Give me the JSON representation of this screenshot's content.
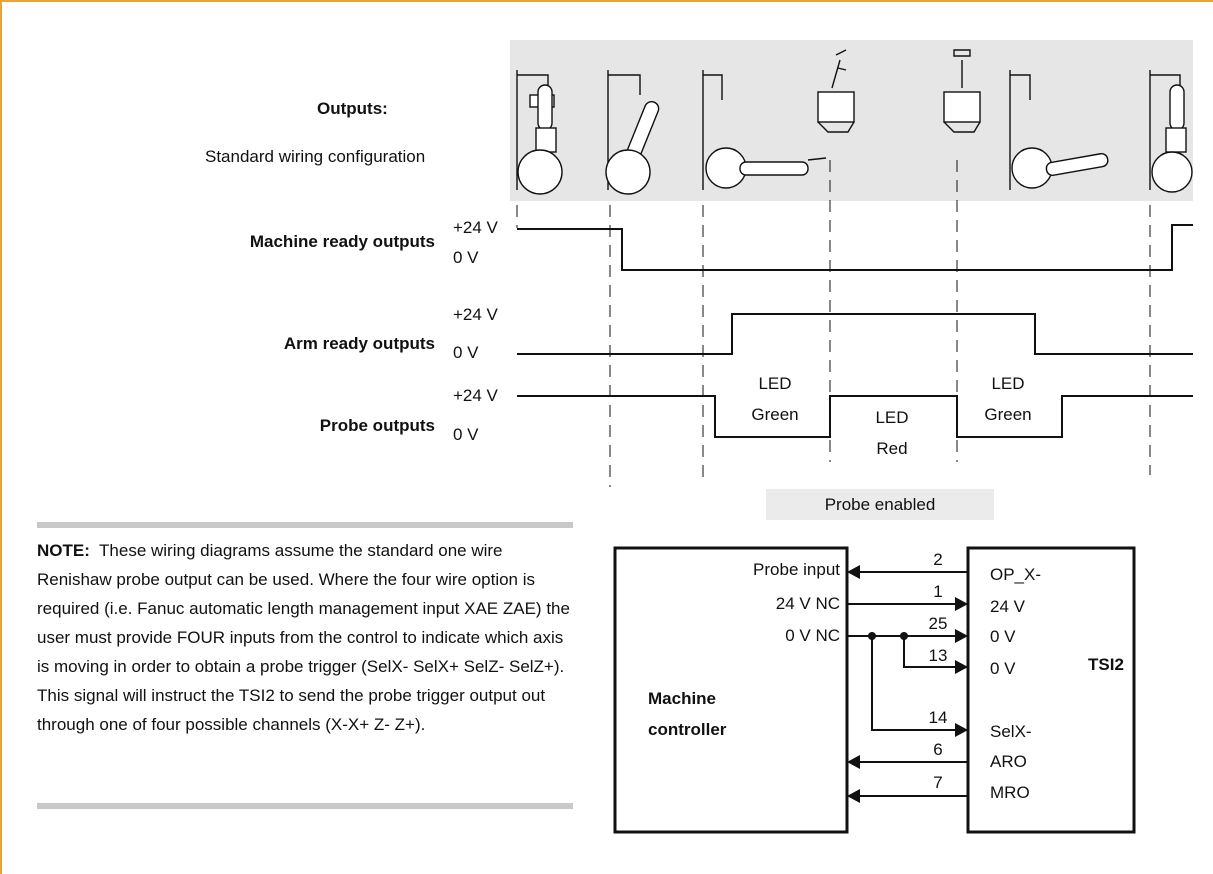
{
  "colors": {
    "frame": "#e8a33b",
    "panel": "#e6e6e6",
    "line": "#111111"
  },
  "header": {
    "title": "Outputs:",
    "subtitle": "Standard wiring configuration"
  },
  "timing": {
    "volt_high": "+24 V",
    "volt_low": "0 V",
    "rows": [
      {
        "label": "Machine ready outputs"
      },
      {
        "label": "Arm ready outputs"
      },
      {
        "label": "Probe outputs"
      }
    ],
    "led": [
      {
        "top": "LED",
        "bottom": "Green"
      },
      {
        "top": "LED",
        "bottom": "Red"
      },
      {
        "top": "LED",
        "bottom": "Green"
      }
    ],
    "probe_enabled": "Probe enabled"
  },
  "note": {
    "heading": "NOTE:",
    "text": "These wiring diagrams assume the standard one wire Renishaw probe output can be used.  Where the four wire option is required (i.e. Fanuc automatic length management input XAE ZAE) the user must provide FOUR inputs from the control to indicate which axis is moving in order to obtain a probe trigger (SelX- SelX+ SelZ- SelZ+). This signal will instruct the TSI2 to send the probe trigger output out through one of four possible channels (X-X+ Z- Z+)."
  },
  "wiring": {
    "left_box": {
      "title_line1": "Machine",
      "title_line2": "controller",
      "ports": [
        "Probe input",
        "24 V NC",
        "0 V NC"
      ]
    },
    "right_box": {
      "title": "TSI2",
      "ports": [
        "OP_X-",
        "24 V",
        "0 V",
        "0 V",
        "SelX-",
        "ARO",
        "MRO"
      ]
    },
    "pins": [
      "2",
      "1",
      "25",
      "13",
      "14",
      "6",
      "7"
    ]
  }
}
